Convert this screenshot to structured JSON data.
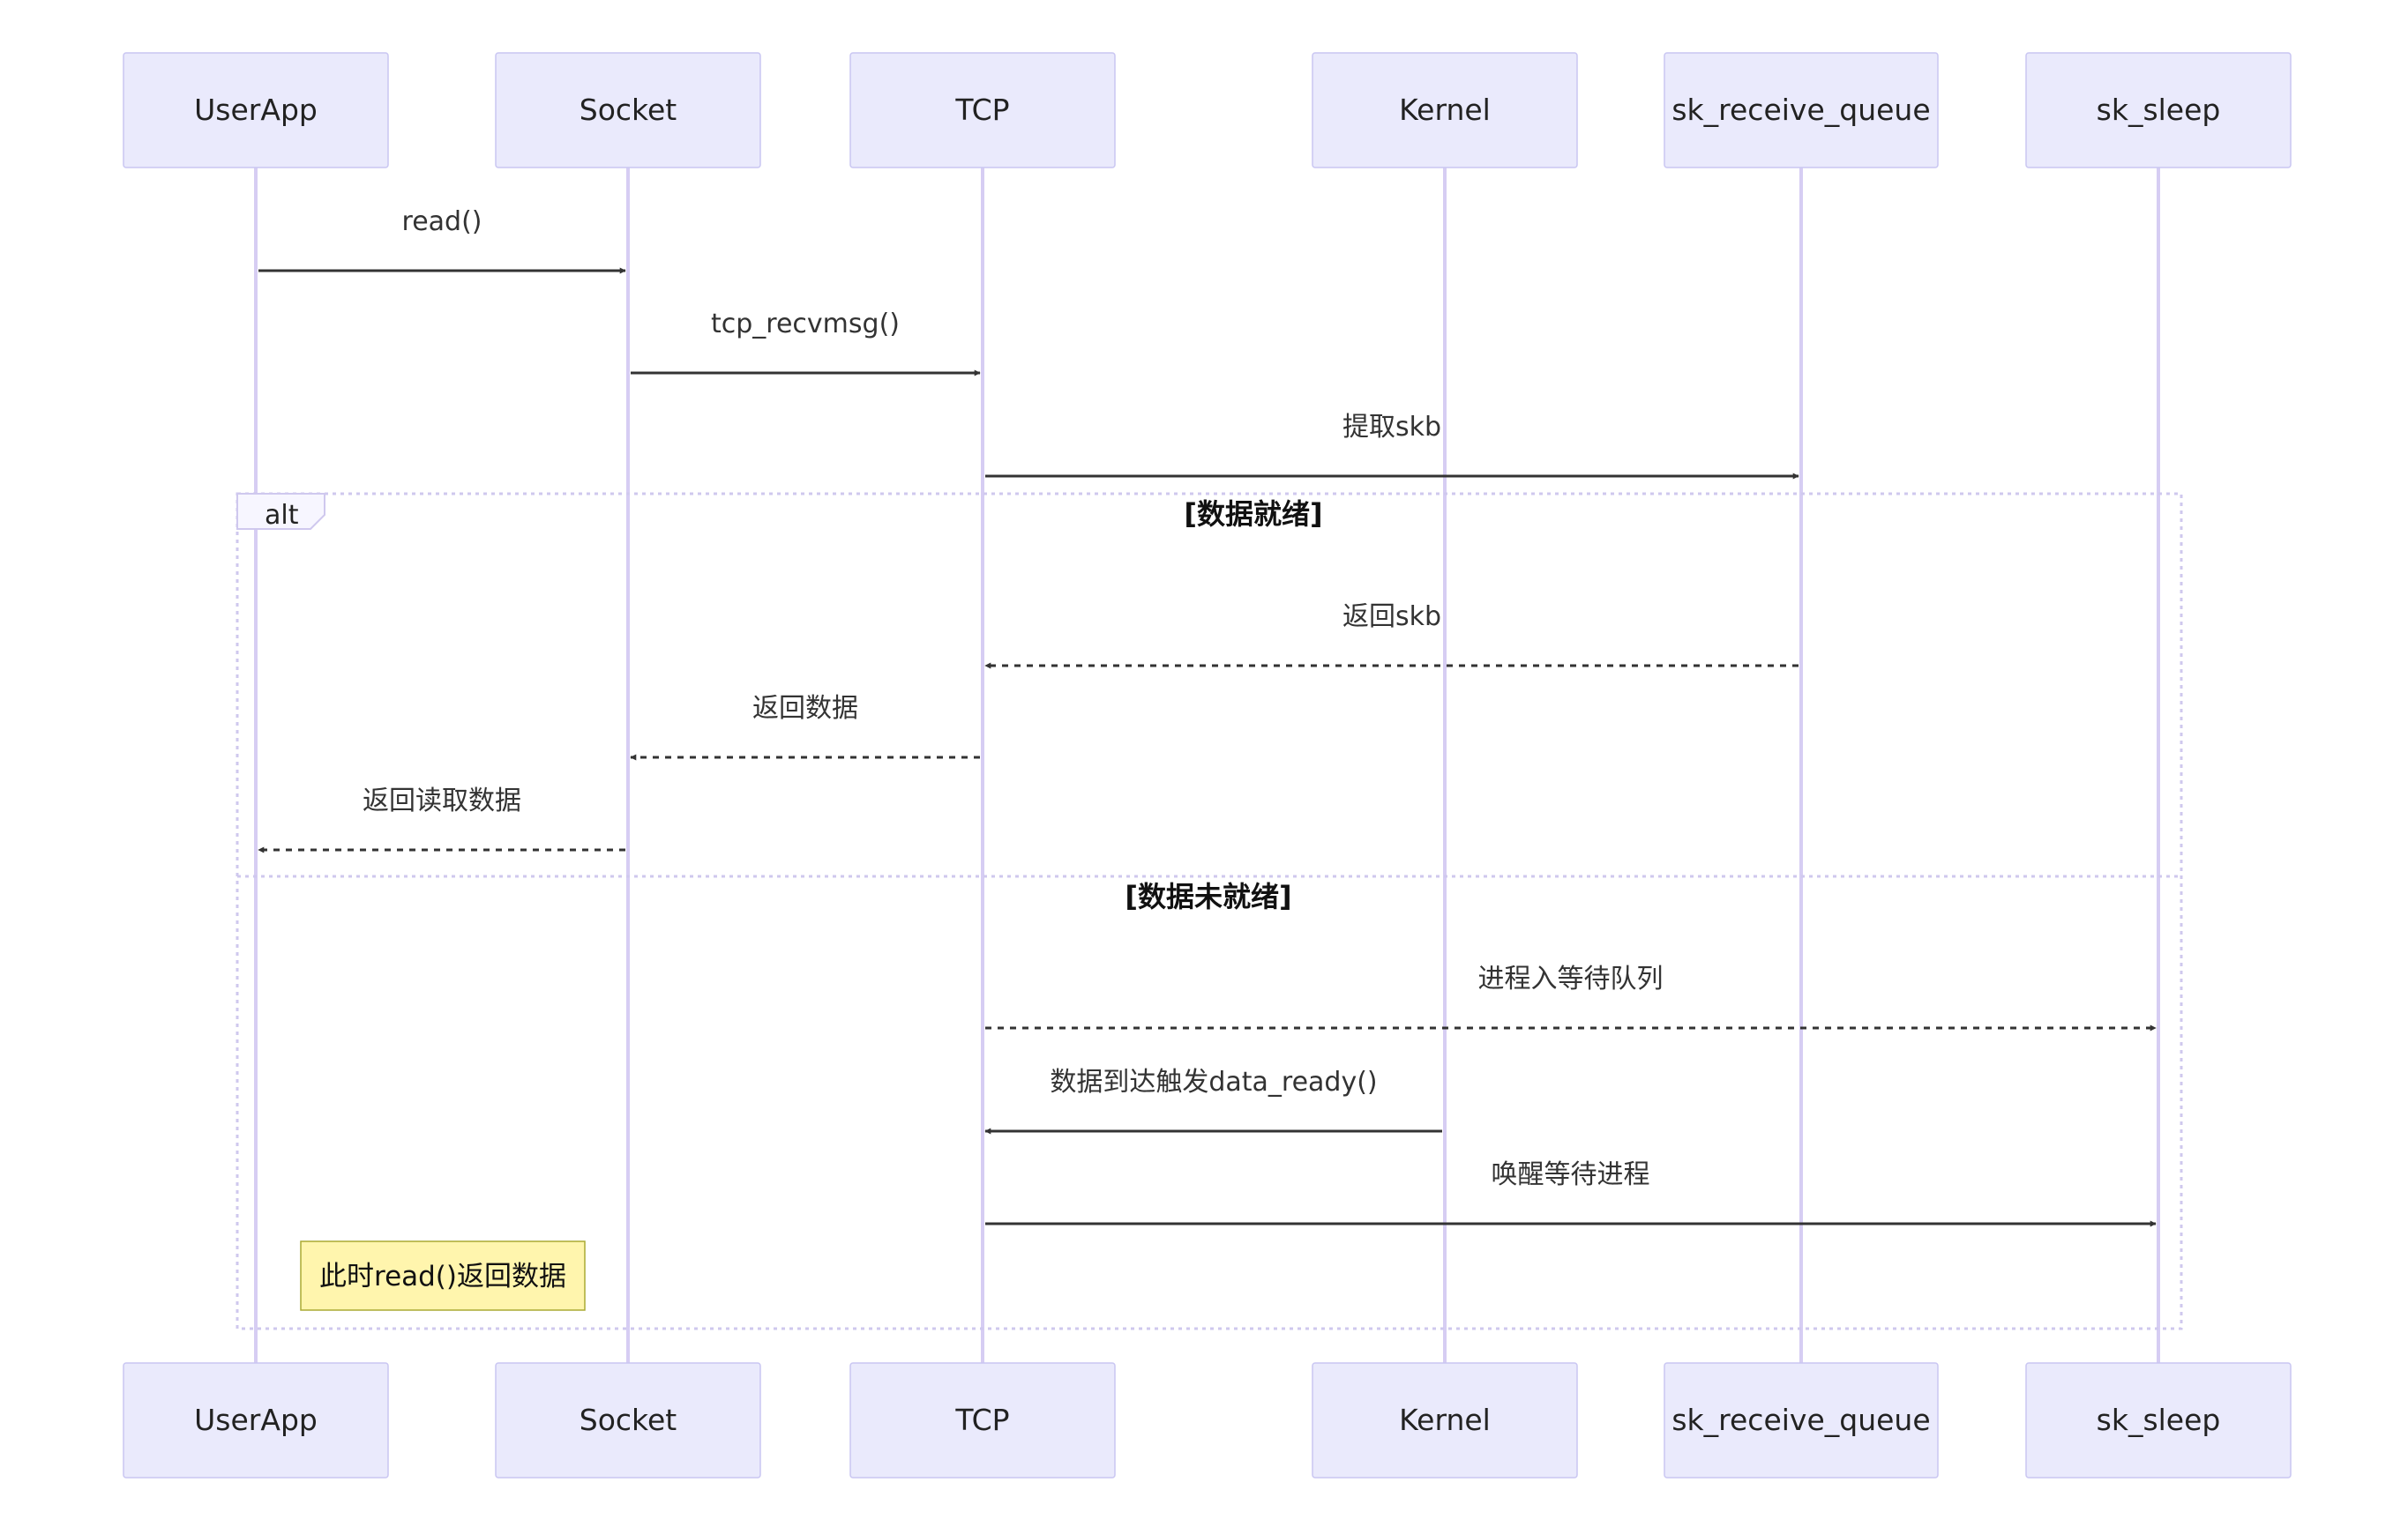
{
  "participants": [
    {
      "id": "UserApp",
      "label": "UserApp"
    },
    {
      "id": "Socket",
      "label": "Socket"
    },
    {
      "id": "TCP",
      "label": "TCP"
    },
    {
      "id": "Kernel",
      "label": "Kernel"
    },
    {
      "id": "sk_receive_queue",
      "label": "sk_receive_queue"
    },
    {
      "id": "sk_sleep",
      "label": "sk_sleep"
    }
  ],
  "messages": [
    {
      "from": "UserApp",
      "to": "Socket",
      "label": "read()",
      "style": "solid"
    },
    {
      "from": "Socket",
      "to": "TCP",
      "label": "tcp_recvmsg()",
      "style": "solid"
    },
    {
      "from": "TCP",
      "to": "sk_receive_queue",
      "label": "提取skb",
      "style": "solid"
    },
    {
      "from": "sk_receive_queue",
      "to": "TCP",
      "label": "返回skb",
      "style": "dashed"
    },
    {
      "from": "TCP",
      "to": "Socket",
      "label": "返回数据",
      "style": "dashed"
    },
    {
      "from": "Socket",
      "to": "UserApp",
      "label": "返回读取数据",
      "style": "dashed"
    },
    {
      "from": "TCP",
      "to": "sk_sleep",
      "label": "进程入等待队列",
      "style": "dashed"
    },
    {
      "from": "Kernel",
      "to": "TCP",
      "label": "数据到达触发data_ready()",
      "style": "solid"
    },
    {
      "from": "TCP",
      "to": "sk_sleep",
      "label": "唤醒等待进程",
      "style": "solid"
    }
  ],
  "alt_block": {
    "tag": "alt",
    "branches": [
      {
        "condition": "[数据就绪]"
      },
      {
        "condition": "[数据未就绪]"
      }
    ]
  },
  "note": {
    "text": "此时read()返回数据",
    "over": "UserApp"
  },
  "colors": {
    "actor_fill": "#eaeafc",
    "actor_border": "#c9c6f2",
    "lifeline": "#d6cdf3",
    "arrow": "#333333",
    "note_fill": "#fff5ad",
    "note_border": "#aaaa33"
  }
}
